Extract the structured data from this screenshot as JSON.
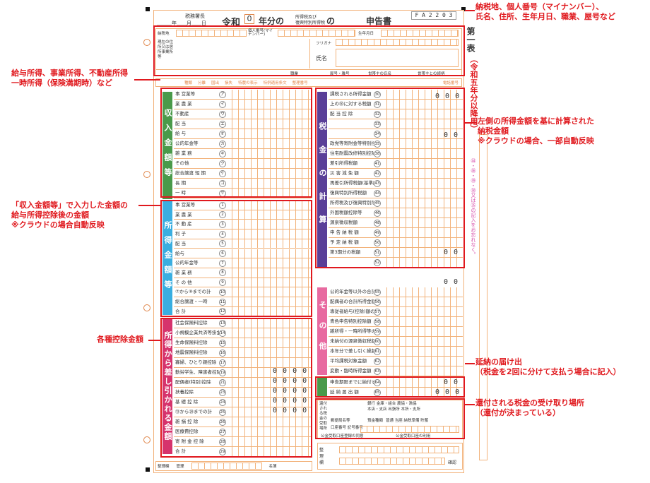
{
  "form": {
    "code": "F A 2 2 0 3",
    "date_line": "＿＿＿年＿＿月＿＿日",
    "tax_office": "税務署長",
    "era": "令和",
    "year_box": "0",
    "year_suffix": "年分の",
    "tax_type_1": "所得税及び",
    "tax_type_2": "復興特別所得税",
    "no": "の",
    "title": "申告書",
    "sheet": "第一表",
    "sheet_note": "（令和五年分以降用）",
    "side_note": "㊹・㊻・㊾・㊿又は㉟の記入をお忘れなく。",
    "header_fields": [
      "納税地",
      "個人番号(マイナンバー)",
      "生年月日",
      "現在の住所又は居所事業所等",
      "フリガナ",
      "氏名",
      "職業",
      "屋号・雅号",
      "世帯主の氏名",
      "世帯主との続柄",
      "電話番号"
    ],
    "row_strip": [
      "種類",
      "分離",
      "国出",
      "損失",
      "特農の表示",
      "特例適用条文",
      "整理番号"
    ]
  },
  "sections": {
    "income": {
      "label": "収入金額等",
      "rows": [
        {
          "label": "事 営業等",
          "num": "ア"
        },
        {
          "label": "業 農 業",
          "num": "イ"
        },
        {
          "label": "不動産",
          "num": "ウ"
        },
        {
          "label": "配 当",
          "num": "エ"
        },
        {
          "label": "給 与",
          "num": "オ"
        },
        {
          "label": "公的年金等",
          "num": "カ"
        },
        {
          "label": "雑 業 務",
          "num": "キ"
        },
        {
          "label": "その他",
          "num": "ク"
        },
        {
          "label": "総合譲渡 短 期",
          "num": "ケ"
        },
        {
          "label": "長 期",
          "num": "コ"
        },
        {
          "label": "一 時",
          "num": "サ"
        }
      ]
    },
    "shotoku": {
      "label": "所得金額等",
      "rows": [
        {
          "label": "事 営業等",
          "num": "1"
        },
        {
          "label": "業 農 業",
          "num": "2"
        },
        {
          "label": "不 動 産",
          "num": "3"
        },
        {
          "label": "利 子",
          "num": "4"
        },
        {
          "label": "配 当",
          "num": "5"
        },
        {
          "label": "給与",
          "num": "6"
        },
        {
          "label": "公的年金等",
          "num": "7"
        },
        {
          "label": "雑 業 務",
          "num": "8"
        },
        {
          "label": "そ の 他",
          "num": "9"
        },
        {
          "label": "⑦から⑨までの計",
          "num": "10"
        },
        {
          "label": "総合譲渡・一時",
          "num": "11"
        },
        {
          "label": "合 計",
          "num": "12"
        }
      ]
    },
    "deduction": {
      "label": "所得から差し引かれる金額",
      "rows": [
        {
          "label": "社会保険料控除",
          "num": "13"
        },
        {
          "label": "小規模企業共済等掛金控除",
          "num": "14"
        },
        {
          "label": "生命保険料控除",
          "num": "15"
        },
        {
          "label": "地震保険料控除",
          "num": "16"
        },
        {
          "label": "寡婦、ひとり親控除",
          "num": "17"
        },
        {
          "label": "勤労学生、障害者控除",
          "num": "19"
        },
        {
          "label": "配偶者(特別)控除",
          "num": "21"
        },
        {
          "label": "扶養控除",
          "num": "23"
        },
        {
          "label": "基 礎 控 除",
          "num": "24"
        },
        {
          "label": "⑬から㉔までの計",
          "num": "25"
        },
        {
          "label": "雑 損 控 除",
          "num": "26"
        },
        {
          "label": "医療費控除",
          "num": "27"
        },
        {
          "label": "寄 附 金 控 除",
          "num": "28"
        },
        {
          "label": "合 計",
          "num": "29"
        }
      ]
    },
    "tax": {
      "label": "税金の計算",
      "rows": [
        {
          "label": "課税される所得金額",
          "num": "30"
        },
        {
          "label": "上の㉚に対する税額",
          "num": "31"
        },
        {
          "label": "配 当 控 除",
          "num": "32"
        },
        {
          "label": "",
          "num": "33"
        },
        {
          "label": "",
          "num": "34"
        },
        {
          "label": "政党等寄附金等特別控除",
          "num": "35"
        },
        {
          "label": "住宅耐震改修特別控除等",
          "num": "38"
        },
        {
          "label": "差引所得税額",
          "num": "41"
        },
        {
          "label": "災 害 減 免 額",
          "num": "42"
        },
        {
          "label": "再差引所得税額(基準所得税額)",
          "num": "43"
        },
        {
          "label": "復興特別所得税額",
          "num": "44"
        },
        {
          "label": "所得税及び復興特別所得税の額",
          "num": "45"
        },
        {
          "label": "外国税額控除等",
          "num": "46"
        },
        {
          "label": "源泉徴収税額",
          "num": "48"
        },
        {
          "label": "申 告 納 税 額",
          "num": "49"
        },
        {
          "label": "予 定 納 税 額",
          "num": "50"
        },
        {
          "label": "第3期分の税額",
          "num": "51"
        },
        {
          "label": "",
          "num": "52"
        }
      ]
    },
    "other": {
      "label": "その他",
      "rows": [
        {
          "label": "公的年金等以外の合計所得金額",
          "num": "55"
        },
        {
          "label": "配偶者の合計所得金額",
          "num": "56"
        },
        {
          "label": "専従者給与(控除)額の合計額",
          "num": "57"
        },
        {
          "label": "青色申告特別控除額",
          "num": "58"
        },
        {
          "label": "雑所得・一時所得等の源泉徴収税額",
          "num": "59"
        },
        {
          "label": "未納付の源泉徴収税額",
          "num": "60"
        },
        {
          "label": "本年分で差し引く繰越損失額",
          "num": "61"
        },
        {
          "label": "平均課税対象金額",
          "num": "62"
        },
        {
          "label": "変動・臨時所得金額",
          "num": "63"
        }
      ]
    },
    "extension": {
      "rows": [
        {
          "label": "申告期限までに納付する金額",
          "num": "64"
        },
        {
          "label": "延 納 届 出 額",
          "num": "65"
        }
      ]
    },
    "refund": {
      "labels": [
        "還付される税金の受取場所",
        "銀行 金庫・組合 農協・漁協",
        "本店・支店 出張所 本所・支所",
        "郵便局名等",
        "預金種類",
        "普通 当座 納税準備 貯蓄",
        "口座番号 記号番号",
        "公金受取口座登録の同意",
        "公金受取口座の利用"
      ]
    },
    "bottom": {
      "labels": [
        "整理欄",
        "管理",
        "名簿",
        "確認"
      ]
    }
  },
  "annotations": {
    "header": "納税地、個人番号（マイナンバー）、\n氏名、住所、生年月日、職業、屋号など",
    "income": "給与所得、事業所得、不動産所得\n一時所得（保険満期時）など",
    "shotoku": "「収入金額等」で入力した金額の\n給与所得控除後の金額\n※クラウドの場合自動反映",
    "deduction": "各種控除金額",
    "tax": "左側の所得金額を基に計算された\n納税金額\n※クラウドの場合、一部自動反映",
    "extension": "延納の届け出\n（税金を2回に分けて支払う場合に記入）",
    "refund": "還付される税金の受け取り場所\n（還付が決まっている）"
  },
  "zeros": {
    "triple": "0 0 0",
    "double": "0 0",
    "quad": "0 0 0 0"
  }
}
